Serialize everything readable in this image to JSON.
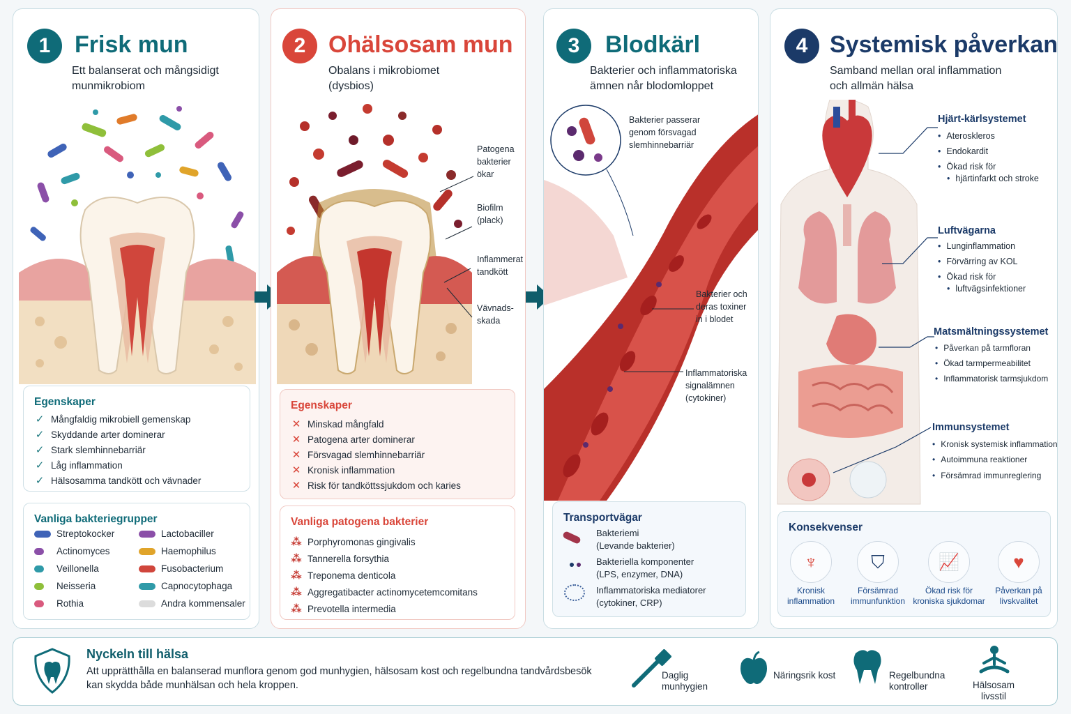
{
  "panel1": {
    "number": "1",
    "title": "Frisk mun",
    "subtitle_line1": "Ett balanserat och mångsidigt",
    "subtitle_line2": "munmikrobiom",
    "props_title": "Egenskaper",
    "props": [
      "Mångfaldig mikrobiell gemenskap",
      "Skyddande arter dominerar",
      "Stark slemhinnebarriär",
      "Låg inflammation",
      "Hälsosamma tandkött och vävnader"
    ],
    "groups_title": "Vanliga bakteriegrupper",
    "groups_left": [
      "Streptokocker",
      "Actinomyces",
      "Veillonella",
      "Neisseria",
      "Rothia"
    ],
    "groups_right": [
      "Lactobaciller",
      "Haemophilus",
      "Fusobacterium",
      "Capnocytophaga",
      "Andra kommensaler"
    ]
  },
  "panel2": {
    "number": "2",
    "title": "Ohälsosam mun",
    "subtitle_line1": "Obalans i mikrobiomet",
    "subtitle_line2": "(dysbios)",
    "labels": {
      "pathogens": [
        "Patogena",
        "bakterier",
        "ökar"
      ],
      "biofilm": [
        "Biofilm",
        "(plack)"
      ],
      "gum": [
        "Inflammerat",
        "tandkött"
      ],
      "tissue": [
        "Vävnads-",
        "skada"
      ]
    },
    "props_title": "Egenskaper",
    "props": [
      "Minskad mångfald",
      "Patogena arter dominerar",
      "Försvagad slemhinnebarriär",
      "Kronisk inflammation",
      "Risk för tandköttssjukdom och karies"
    ],
    "bact_title": "Vanliga patogena bakterier",
    "bacteria": [
      "Porphyromonas gingivalis",
      "Tannerella forsythia",
      "Treponema denticola",
      "Aggregatibacter actinomycetemcomitans",
      "Prevotella intermedia"
    ]
  },
  "panel3": {
    "number": "3",
    "title": "Blodkärl",
    "subtitle_line1": "Bakterier och inflammatoriska",
    "subtitle_line2": "ämnen når blodomloppet",
    "labels": {
      "barrier": [
        "Bakterier passerar",
        "genom försvagad",
        "slemhinnebarriär"
      ],
      "toxins": [
        "Bakterier och",
        "deras toxiner",
        "in i blodet"
      ],
      "cytokines": [
        "Inflammatoriska",
        "signalämnen",
        "(cytokiner)"
      ]
    },
    "transport_title": "Transportvägar",
    "transport": [
      {
        "line1": "Bakteriemi",
        "line2": "(Levande bakterier)"
      },
      {
        "line1": "Bakteriella komponenter",
        "line2": "(LPS, enzymer, DNA)"
      },
      {
        "line1": "Inflammatoriska mediatorer",
        "line2": "(cytokiner, CRP)"
      }
    ]
  },
  "panel4": {
    "number": "4",
    "title": "Systemisk påverkan",
    "subtitle_line1": "Samband mellan oral inflammation",
    "subtitle_line2": "och allmän hälsa",
    "systems": [
      {
        "title": "Hjärt-kärlsystemet",
        "items": [
          "Ateroskleros",
          "Endokardit",
          "Ökad risk för",
          "hjärtinfarkt och stroke"
        ]
      },
      {
        "title": "Luftvägarna",
        "items": [
          "Lunginflammation",
          "Förvärring av KOL",
          "Ökad risk för",
          "luftvägsinfektioner"
        ]
      },
      {
        "title": "Matsmältningssystemet",
        "items": [
          "Påverkan på tarmfloran",
          "Ökad tarmpermeabilitet",
          "Inflammatorisk tarmsjukdom"
        ]
      },
      {
        "title": "Immunsystemet",
        "items": [
          "Kronisk systemisk inflammation",
          "Autoimmuna reaktioner",
          "Försämrad immunreglering"
        ]
      }
    ],
    "conseq_title": "Konsekvenser",
    "consequences": [
      {
        "line1": "Kronisk",
        "line2": "inflammation"
      },
      {
        "line1": "Försämrad",
        "line2": "immunfunktion"
      },
      {
        "line1": "Ökad risk för",
        "line2": "kroniska sjukdomar"
      },
      {
        "line1": "Påverkan på",
        "line2": "livskvalitet"
      }
    ]
  },
  "bottom": {
    "title": "Nyckeln till hälsa",
    "text_line1": "Att upprätthålla en balanserad munflora genom god munhygien, hälsosam kost och regelbundna tandvårdsbesök",
    "text_line2": "kan skydda både munhälsan och hela kroppen.",
    "items": [
      {
        "line1": "Daglig",
        "line2": "munhygien"
      },
      {
        "line1": "Näringsrik kost",
        "line2": ""
      },
      {
        "line1": "Regelbundna",
        "line2": "kontroller"
      },
      {
        "line1": "Hälsosam",
        "line2": "livsstil"
      }
    ]
  },
  "colors": {
    "teal": "#0f6b78",
    "red": "#d9463a",
    "navy": "#1b3a68",
    "check": "#1f7a80",
    "cross": "#d9463a"
  }
}
